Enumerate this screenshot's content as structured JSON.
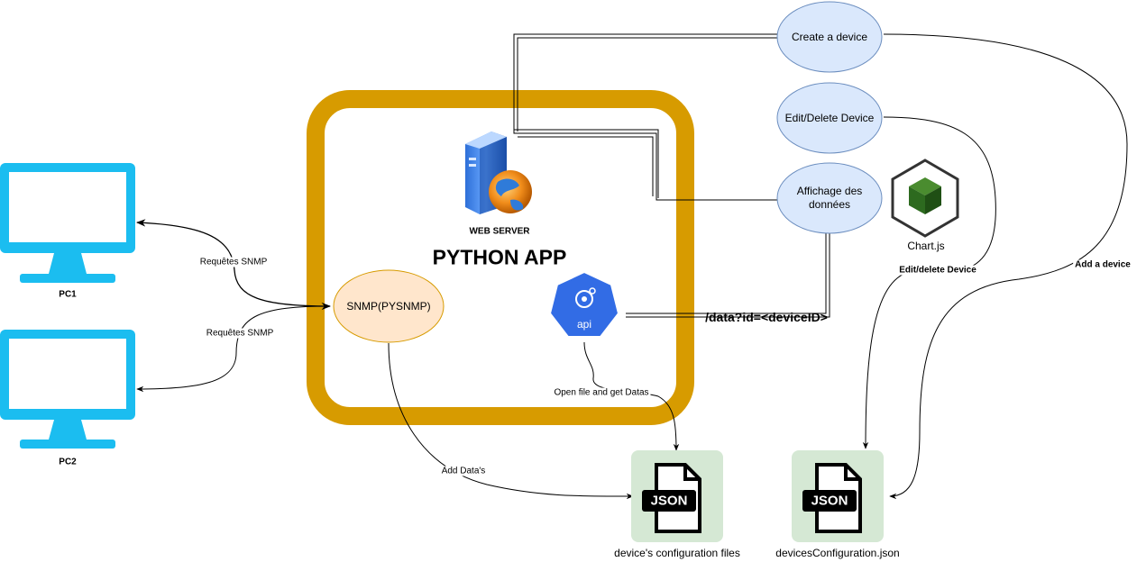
{
  "colors": {
    "monitor": "#1bbdf0",
    "python_frame": "#d79b00",
    "ellipse_blue_fill": "#dae8fc",
    "ellipse_blue_stroke": "#6c8ebf",
    "ellipse_orange_fill": "#ffe6cc",
    "ellipse_orange_stroke": "#d79b00",
    "json_bg": "#d5e8d4",
    "api_blue": "#326ce5",
    "chartjs_green": "#2d6a1f"
  },
  "computers": [
    {
      "label": "PC1",
      "icon": "monitor-icon"
    },
    {
      "label": "PC2",
      "icon": "monitor-icon"
    }
  ],
  "python_app": {
    "title": "PYTHON APP",
    "web_server_label": "WEB SERVER",
    "snmp_label": "SNMP(PYSNMP)",
    "api_label": "api"
  },
  "edge_labels": {
    "snmp_requests_1": "Requêtes SNMP",
    "snmp_requests_2": "Requêtes SNMP",
    "add_datas": "Add Data's",
    "open_file": "Open file and get Datas",
    "api_route": "/data?id=<deviceID>",
    "edit_delete": "Edit/delete Device",
    "add_device": "Add a device"
  },
  "pages": [
    {
      "label": "Create a device"
    },
    {
      "label": "Edit/Delete Device"
    },
    {
      "label": "Affichage des données"
    }
  ],
  "chartjs": {
    "label": "Chart.js"
  },
  "json_files": [
    {
      "badge": "JSON",
      "label": "device's configuration files"
    },
    {
      "badge": "JSON",
      "label": "devicesConfiguration.json"
    }
  ]
}
